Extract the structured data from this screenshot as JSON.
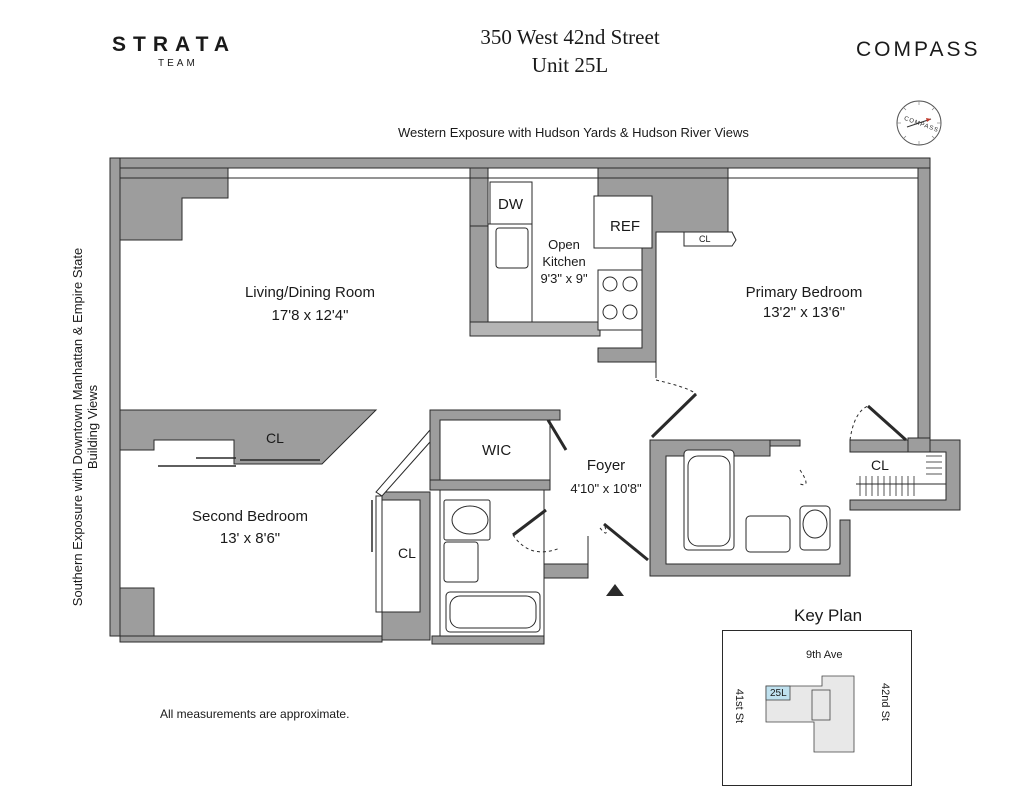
{
  "header": {
    "brand_left": "STRATA",
    "brand_left_sub": "TEAM",
    "address_line1": "350 West 42nd Street",
    "address_line2": "Unit 25L",
    "brand_right": "COMPASS"
  },
  "exposures": {
    "west": "Western Exposure with Hudson Yards & Hudson River Views",
    "south": "Southern Exposure with Downtown Manhattan & Empire State Building Views"
  },
  "rooms": {
    "living_name": "Living/Dining Room",
    "living_dims": "17'8 x 12'4\"",
    "kitchen_name_1": "Open",
    "kitchen_name_2": "Kitchen",
    "kitchen_dims": "9'3\" x 9\"",
    "primary_name": "Primary Bedroom",
    "primary_dims": "13'2\" x 13'6\"",
    "second_name": "Second Bedroom",
    "second_dims": "13' x 8'6\"",
    "foyer_name": "Foyer",
    "foyer_dims": "4'10\" x 10'8\""
  },
  "fixtures": {
    "dw": "DW",
    "ref": "REF",
    "cl": "CL",
    "wic": "WIC"
  },
  "note": "All measurements are approximate.",
  "key_plan": {
    "title": "Key Plan",
    "street_top": "9th Ave",
    "street_left": "41st St",
    "street_right": "42nd St",
    "unit": "25L"
  },
  "compass_rose": {
    "label": "COMPASS"
  },
  "colors": {
    "wall": "#9d9d9d",
    "wall_dark": "#7f7f7f",
    "line": "#2a2a2a",
    "unit_highlight": "#bfe1ef"
  }
}
